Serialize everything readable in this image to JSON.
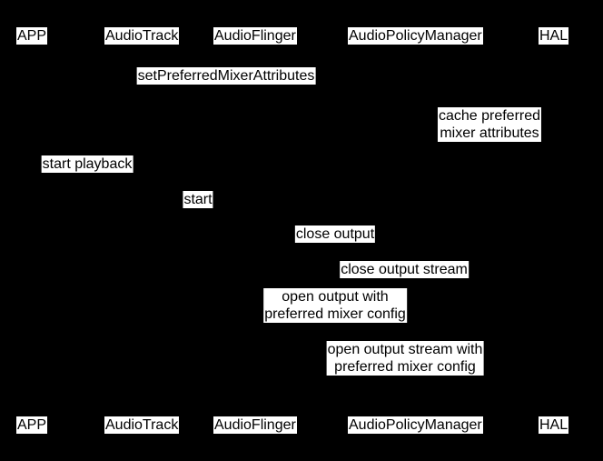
{
  "diagram": {
    "type": "sequence-diagram",
    "colors": {
      "background": "#000000",
      "label_background": "#ffffff",
      "label_text": "#000000"
    },
    "participants": {
      "top": [
        "APP",
        "AudioTrack",
        "AudioFlinger",
        "AudioPolicyManager",
        "HAL"
      ],
      "bottom": [
        "APP",
        "AudioTrack",
        "AudioFlinger",
        "AudioPolicyManager",
        "HAL"
      ]
    },
    "messages": [
      "setPreferredMixerAttributes",
      "cache preferred\nmixer attributes",
      "start playback",
      "start",
      "close output",
      "close output stream",
      "open output with\npreferred mixer config",
      "open output stream with\npreferred mixer config"
    ]
  }
}
